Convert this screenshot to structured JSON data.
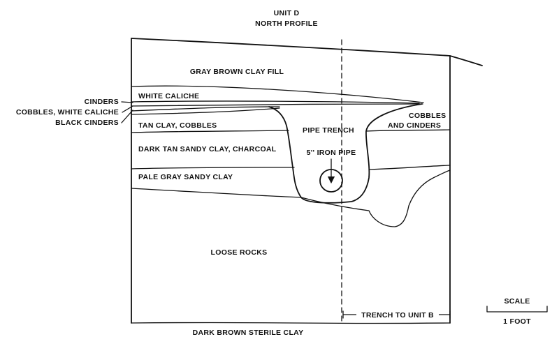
{
  "title": {
    "line1": "UNIT D",
    "line2": "NORTH PROFILE"
  },
  "layers": {
    "gray_brown_clay_fill": "GRAY BROWN CLAY FILL",
    "white_caliche": "WHITE CALICHE",
    "cinders": "CINDERS",
    "cobbles_white_caliche": "COBBLES, WHITE CALICHE",
    "black_cinders": "BLACK CINDERS",
    "tan_clay_cobbles": "TAN CLAY, COBBLES",
    "dark_tan_sandy_clay": "DARK TAN SANDY CLAY, CHARCOAL",
    "pale_gray_sandy_clay": "PALE GRAY SANDY CLAY",
    "loose_rocks": "LOOSE ROCKS",
    "dark_brown_sterile_clay": "DARK BROWN STERILE CLAY",
    "pipe_trench": "PIPE TRENCH",
    "iron_pipe": "5'' IRON PIPE",
    "cobbles_and_cinders_line1": "COBBLES",
    "cobbles_and_cinders_line2": "AND CINDERS"
  },
  "trench_label": "TRENCH TO UNIT B",
  "scale": {
    "label": "SCALE",
    "unit": "1 FOOT"
  },
  "colors": {
    "ink": "#111111",
    "background": "#ffffff"
  }
}
